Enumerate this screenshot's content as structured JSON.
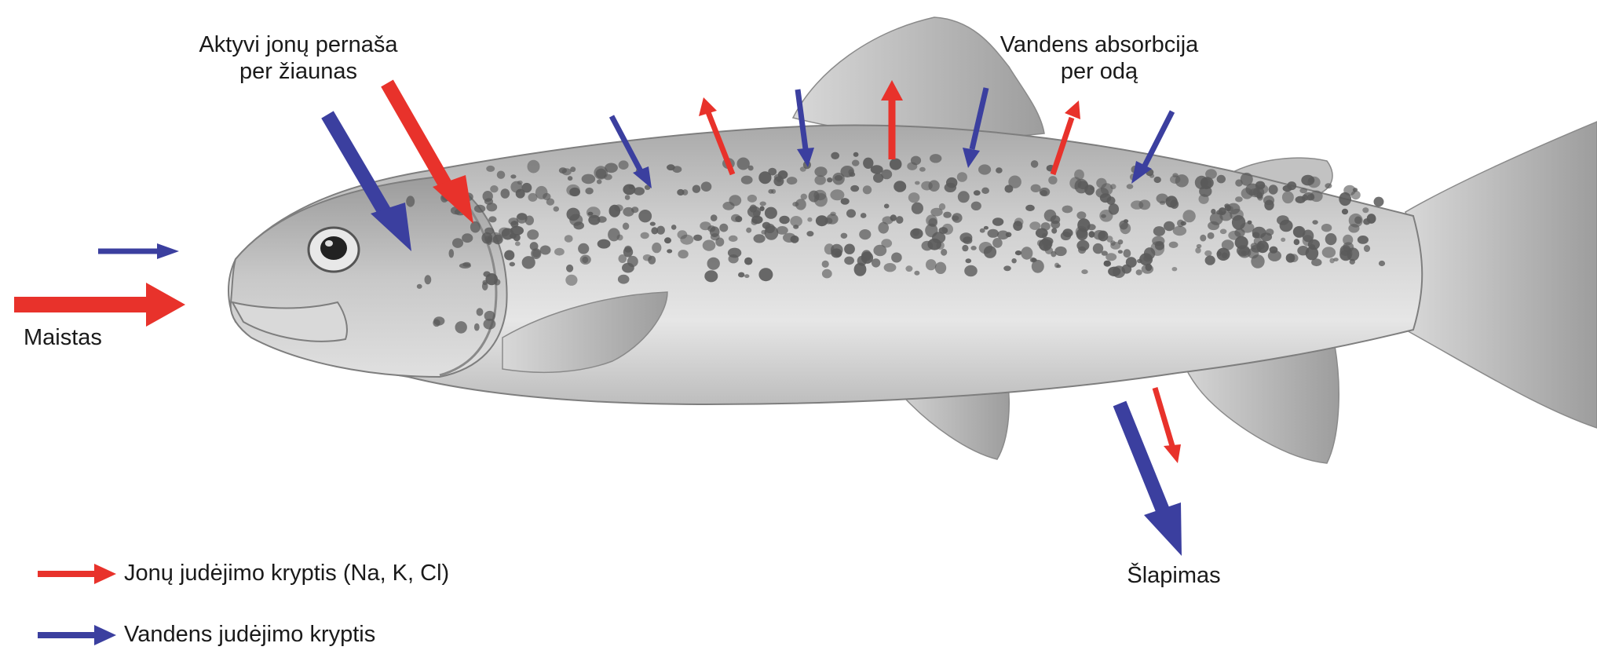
{
  "labels": {
    "gills_line1": "Aktyvi jonų pernaša",
    "gills_line2": "per žiaunas",
    "skin_line1": "Vandens absorbcija",
    "skin_line2": "per odą",
    "food": "Maistas",
    "urine": "Šlapimas"
  },
  "legend": {
    "ion": "Jonų judėjimo kryptis (Na, K, Cl)",
    "water": "Vandens judėjimo kryptis"
  },
  "colors": {
    "ion_arrow": "#e8322b",
    "water_arrow": "#3b3f9f",
    "fish_body": "#c9c9c9",
    "fish_spots": "#5a5a5a"
  }
}
